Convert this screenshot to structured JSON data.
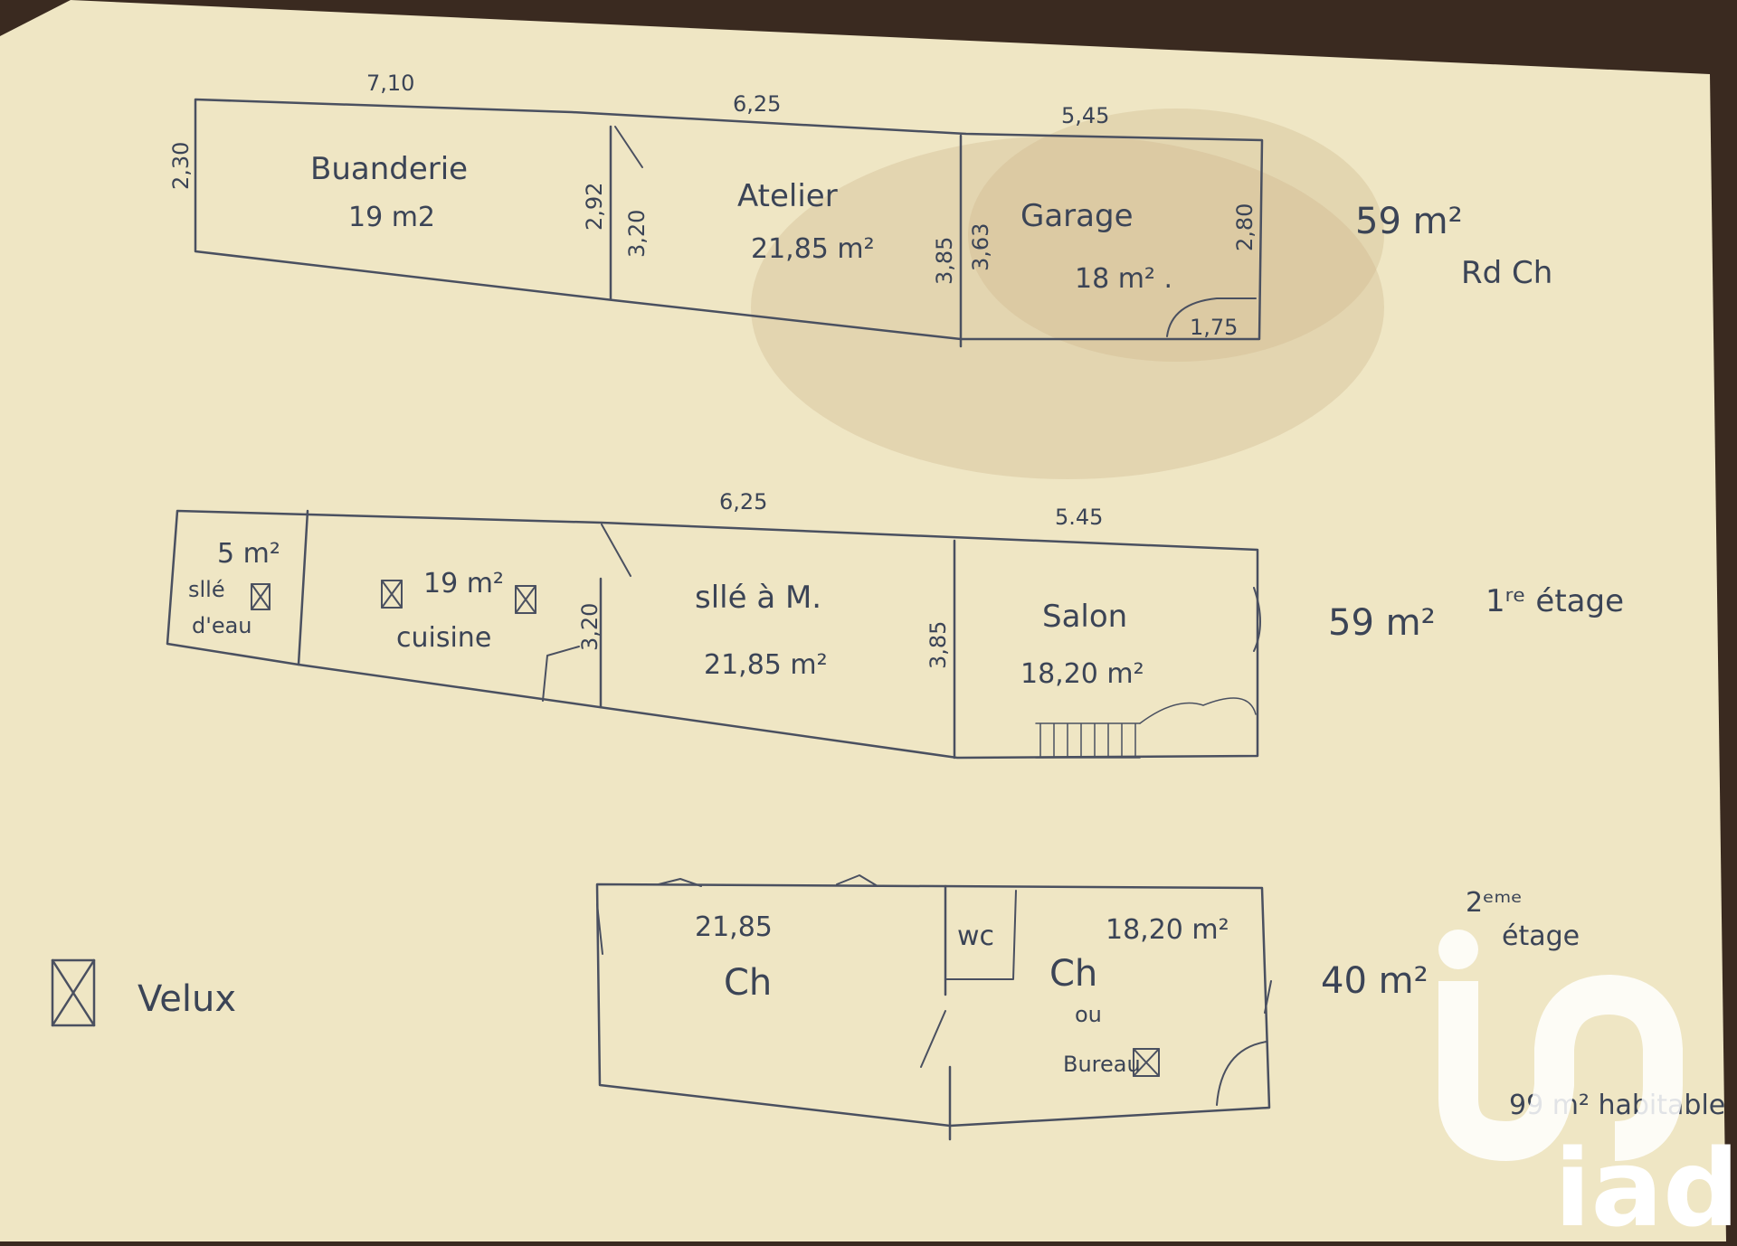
{
  "colors": {
    "paper": "#efe6c4",
    "stain": "#d8c7a0",
    "ink": "#4a5060",
    "table": "#3a2a20",
    "logo": "#ffffff"
  },
  "ground_floor": {
    "label": "Rd Ch",
    "total": "59 m²",
    "dims": {
      "top_left": "7,10",
      "top_mid": "6,25",
      "top_right": "5,45",
      "left": "2,30",
      "wall_a1": "2,92",
      "wall_a2": "3,20",
      "wall_b1": "3,85",
      "wall_b2": "3,63",
      "right": "2,80",
      "garage_door": "1,75"
    },
    "rooms": [
      {
        "name": "Buanderie",
        "area": "19 m2"
      },
      {
        "name": "Atelier",
        "area": "21,85 m²"
      },
      {
        "name": "Garage",
        "area": "18 m² ."
      }
    ]
  },
  "first_floor": {
    "label": "1ʳᵉ étage",
    "total": "59 m²",
    "dims": {
      "top_mid": "6,25",
      "top_right": "5.45",
      "wall_a": "3,20",
      "wall_b": "3,85"
    },
    "rooms": [
      {
        "name1": "sllé",
        "name2": "d'eau",
        "area": "5 m²"
      },
      {
        "name": "cuisine",
        "area": "19 m²"
      },
      {
        "name": "sllé à M.",
        "area": "21,85 m²"
      },
      {
        "name": "Salon",
        "area": "18,20 m²"
      }
    ]
  },
  "second_floor": {
    "label_line1": "2ᵉᵐᵉ",
    "label_line2": "étage",
    "total": "40 m²",
    "rooms": [
      {
        "name": "Ch",
        "area": "21,85"
      },
      {
        "name": "wc"
      },
      {
        "name": "Ch",
        "area": "18,20 m²",
        "alt_prefix": "ou",
        "alt": "Bureau"
      }
    ]
  },
  "legend": {
    "label": "Velux"
  },
  "summary": "99 m² habitable",
  "watermark": {
    "brand": "iad"
  }
}
